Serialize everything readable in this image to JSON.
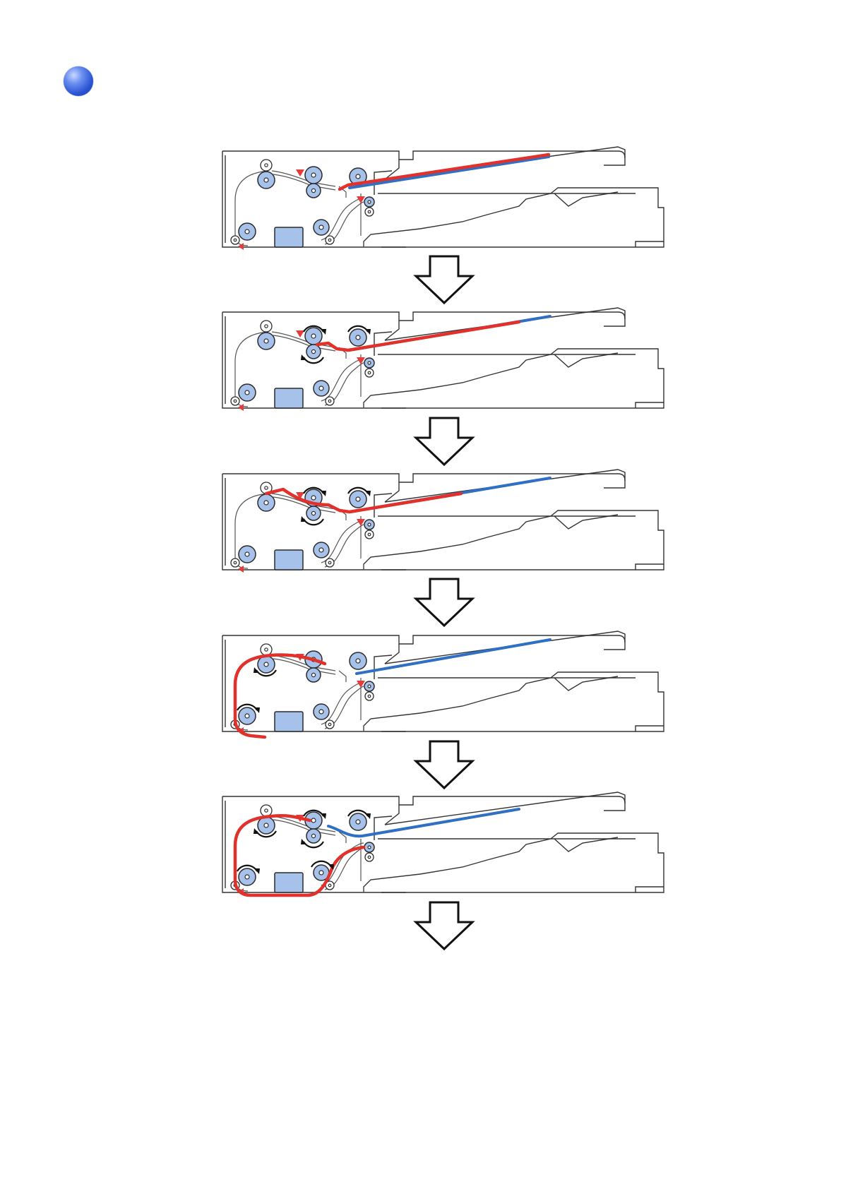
{
  "colors": {
    "paper_path_active": "#e2302b",
    "paper_stack": "#2f6fc4",
    "roller_fill": "#a6c2ea",
    "sensor_flag": "#e53b3b",
    "bullet": "#2c55d4"
  },
  "icons": {
    "section_bullet": "blue-sphere-bullet-icon",
    "step_arrow": "hollow-down-arrow-icon",
    "rotation": "curved-rotation-arrow-icon"
  },
  "diagram": {
    "panel_count": 5,
    "step_arrow_count": 5,
    "panels": [
      {
        "step": 1,
        "state": "original set on tray, rollers idle"
      },
      {
        "step": 2,
        "state": "pickup and separation rollers rotating, sheet enters feed"
      },
      {
        "step": 3,
        "state": "sheet advances toward registration rollers"
      },
      {
        "step": 4,
        "state": "sheet travels along U-turn path past reading position"
      },
      {
        "step": 5,
        "state": "sheet fed through full loop back toward exit"
      }
    ]
  }
}
